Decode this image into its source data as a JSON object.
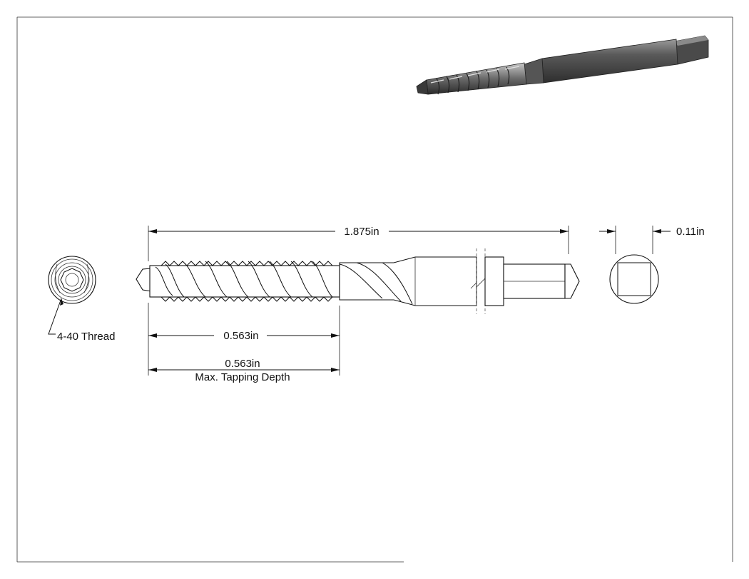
{
  "dimensions": {
    "overall_length": "1.875in",
    "square_size": "0.11in",
    "thread_length": "0.563in",
    "tapping_depth_value": "0.563in",
    "tapping_depth_caption": "Max. Tapping Depth"
  },
  "callouts": {
    "thread": "4-40 Thread"
  },
  "colors": {
    "line": "#111111",
    "render_dark": "#3a3a3a",
    "render_mid": "#6e6e6e",
    "render_light": "#bdbdbd"
  }
}
